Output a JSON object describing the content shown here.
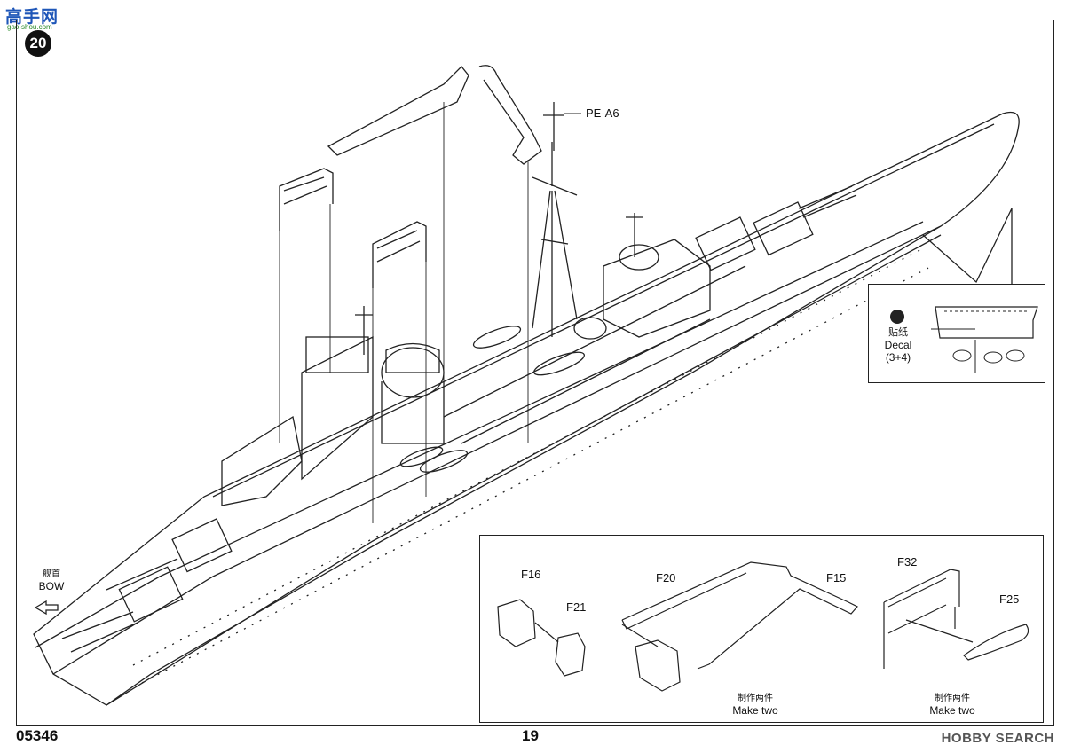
{
  "header": {
    "watermark_logo": "高手网",
    "watermark_sub": "gao-shou.com",
    "step_number": "20"
  },
  "main": {
    "part_pe": "PE-A6",
    "bow_cn": "舰首",
    "bow_en": "BOW"
  },
  "decal": {
    "label_cn": "贴纸",
    "label_en": "Decal",
    "number": "(3+4)"
  },
  "subassembly": {
    "parts": [
      "F16",
      "F21",
      "F20",
      "F15",
      "F32",
      "F25"
    ],
    "make_two_cn": "制作两件",
    "make_two_en": "Make two"
  },
  "footer": {
    "kit_number": "05346",
    "page_number": "19",
    "source_watermark": "HOBBY SEARCH"
  }
}
